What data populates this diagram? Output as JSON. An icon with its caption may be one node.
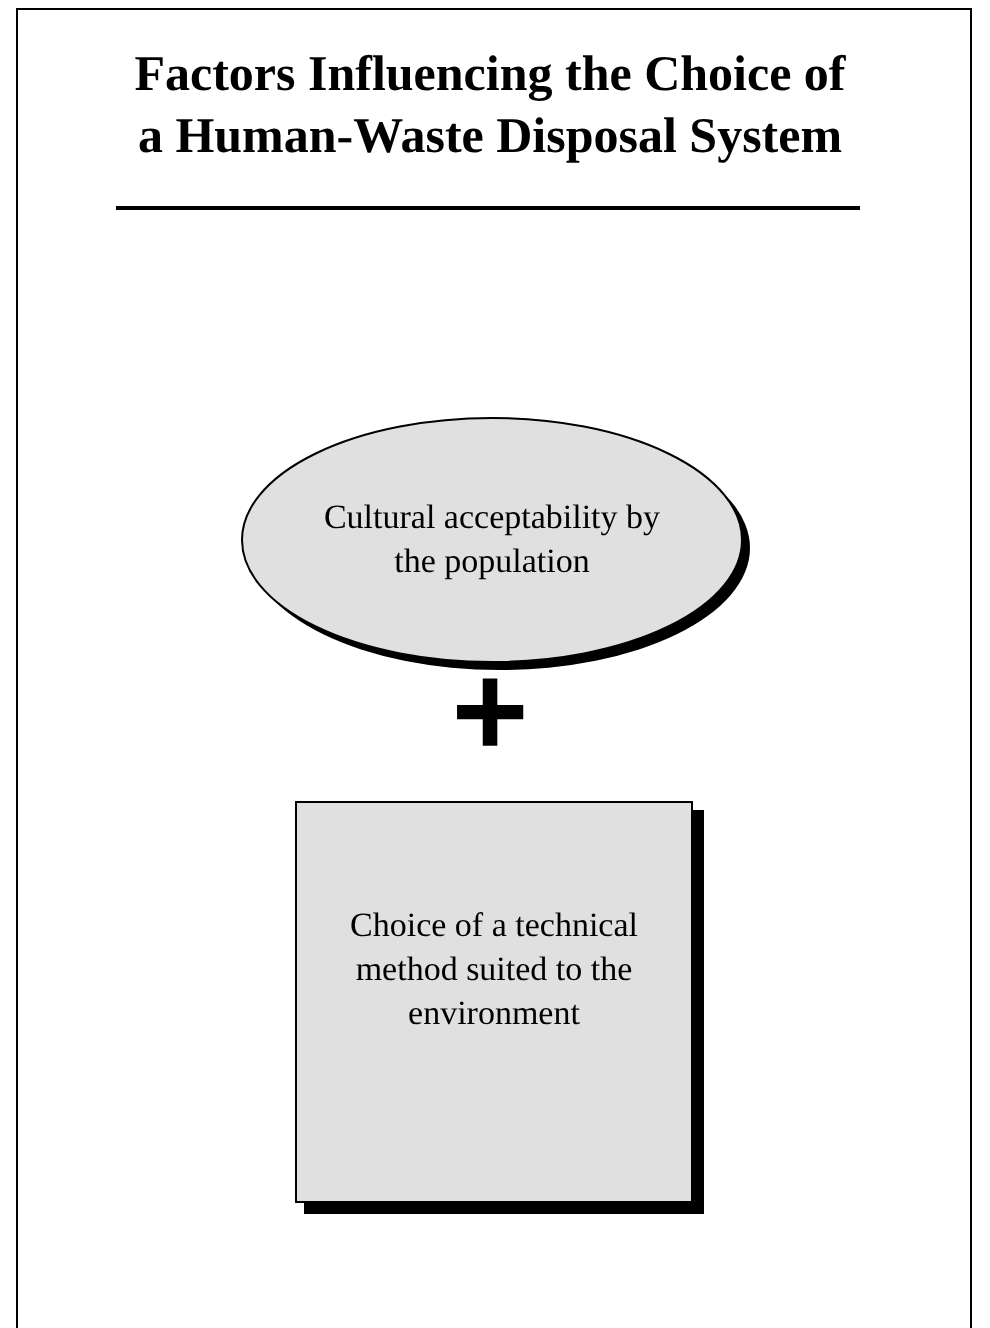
{
  "diagram": {
    "title": "Factors Influencing the Choice of a Human-Waste Disposal System",
    "nodes": [
      {
        "text": [
          "Cultural acceptability by the population"
        ]
      },
      {
        "text": [
          "Choice of a technical method suited to the environment"
        ]
      }
    ],
    "labels": [
      "+"
    ]
  }
}
